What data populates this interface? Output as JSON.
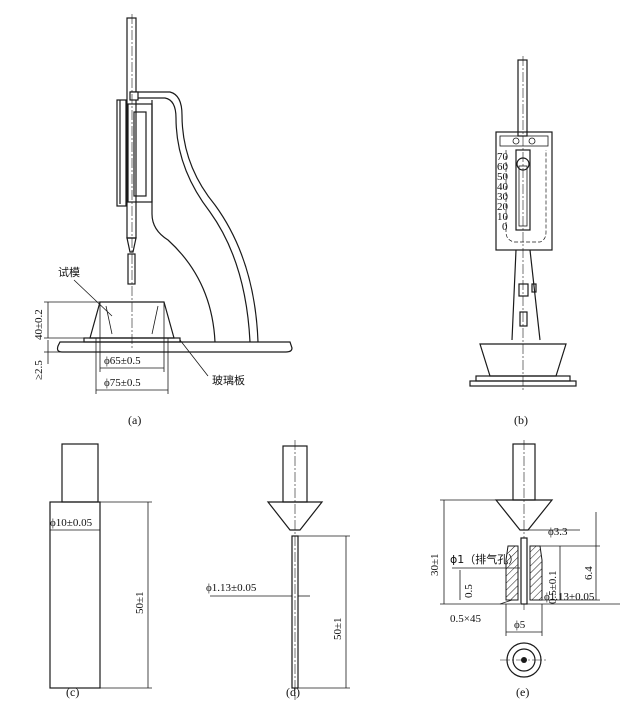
{
  "figures": {
    "a": {
      "caption": "(a)",
      "label_mold": "试模",
      "label_glass": "玻璃板",
      "dim_height": "40±0.2",
      "dim_base": "≥2.5",
      "dim_top": "ϕ65±0.5",
      "dim_bottom": "ϕ75±0.5"
    },
    "b": {
      "caption": "(b)",
      "scale_ticks": [
        "70",
        "60",
        "50",
        "40",
        "30",
        "20",
        "10",
        "0"
      ]
    },
    "c": {
      "caption": "(c)",
      "dim_diameter": "ϕ10±0.05",
      "dim_length": "50±1"
    },
    "d": {
      "caption": "(d)",
      "dim_diameter": "ϕ1.13±0.05",
      "dim_length": "50±1"
    },
    "e": {
      "caption": "(e)",
      "dim_cone": "ϕ3.3",
      "dim_vent": "ϕ1（排气孔）",
      "dim_height": "30±1",
      "dim_small": "0.5",
      "dim_tol": "0.5±0.1",
      "dim_64": "6.4",
      "dim_needle": "ϕ1.13±0.05",
      "dim_chamfer": "0.5×45",
      "dim_phi5": "ϕ5"
    }
  }
}
